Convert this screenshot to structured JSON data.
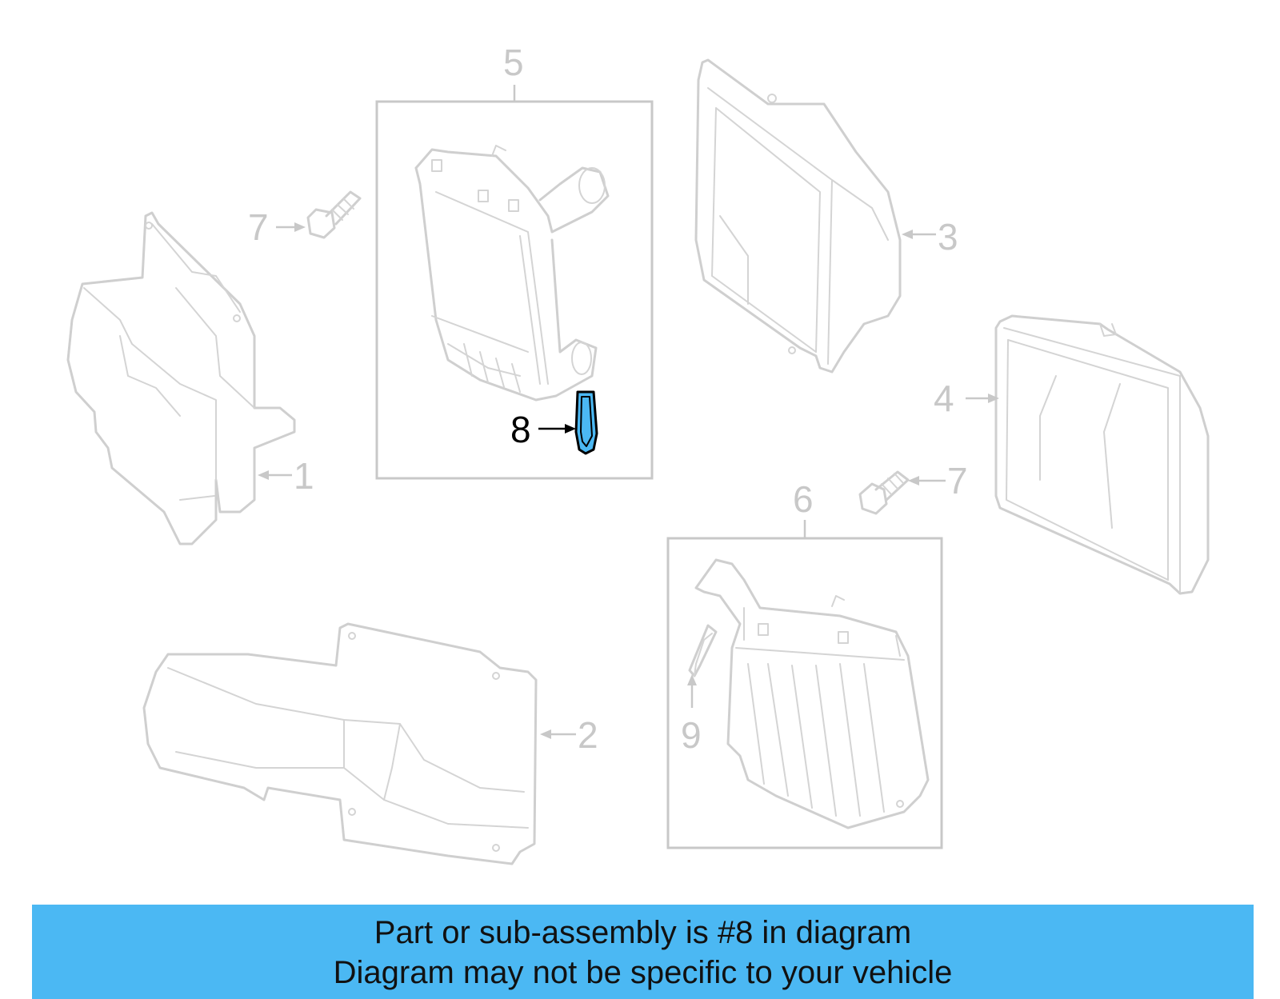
{
  "callouts": {
    "c1": "1",
    "c2": "2",
    "c3": "3",
    "c4": "4",
    "c5": "5",
    "c6": "6",
    "c7a": "7",
    "c7b": "7",
    "c8": "8",
    "c9": "9"
  },
  "highlighted_part": "8",
  "colors": {
    "banner": "#4bb8f3",
    "highlight_fill": "#4bb8f3",
    "inactive_stroke": "#c8c8c8",
    "active_stroke": "#000000"
  },
  "banner": {
    "line1": "Part or sub-assembly is #8 in diagram",
    "line2": "Diagram may not be specific to your vehicle"
  }
}
